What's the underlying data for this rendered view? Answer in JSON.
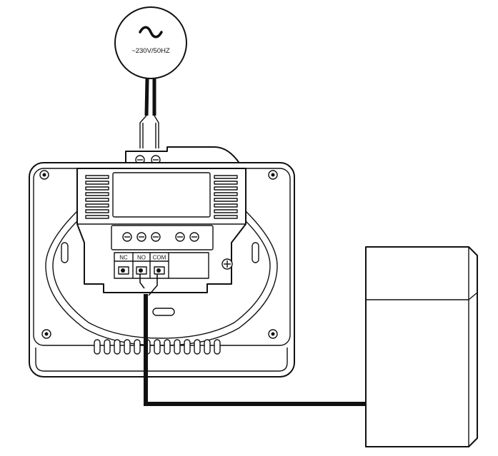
{
  "power_source": {
    "symbol": "~",
    "label": "~230V/50HZ",
    "symbol_icon": "ac-sine-icon"
  },
  "terminals": {
    "nc": "NC",
    "no": "NO",
    "com": "COM"
  },
  "colors": {
    "line": "#111111",
    "background": "#ffffff"
  }
}
